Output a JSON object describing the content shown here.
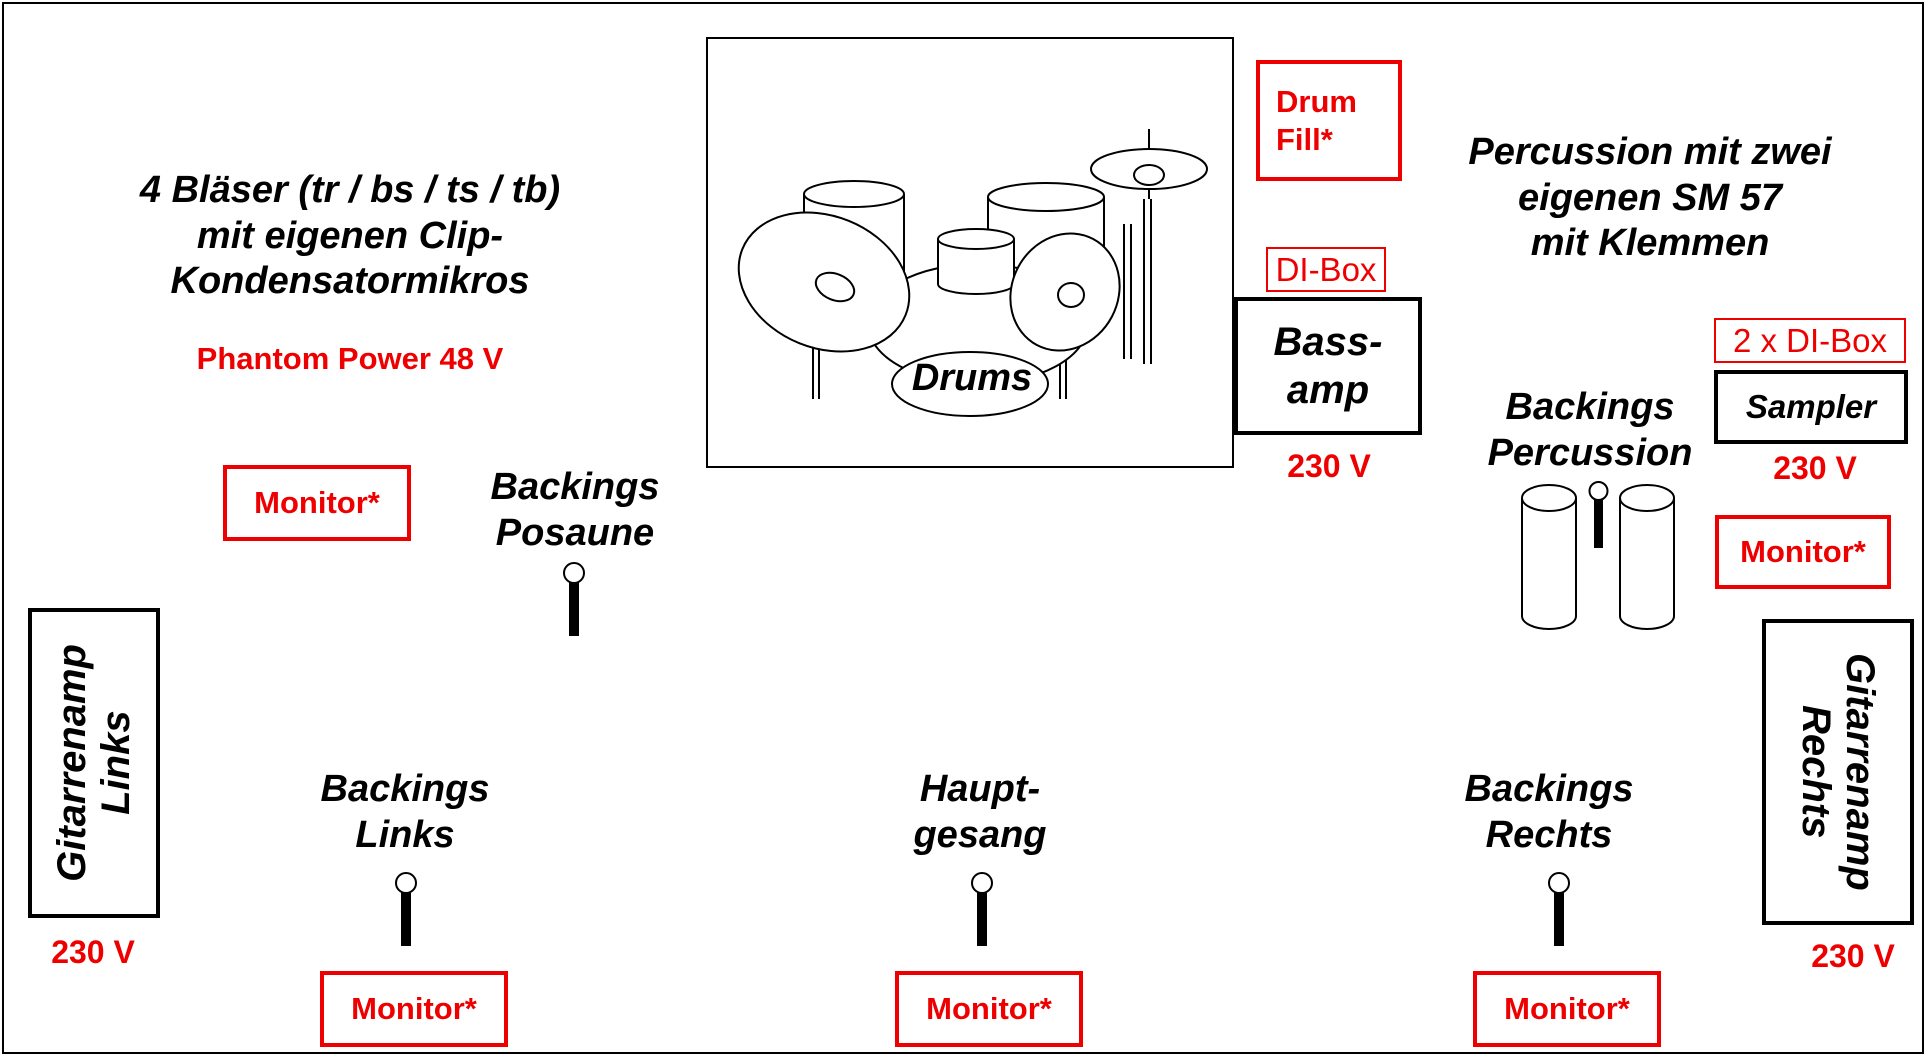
{
  "winds_text": [
    "4 Bläser (tr / bs / ts / tb)",
    "mit eigenen Clip-",
    "Kondensatormikros"
  ],
  "phantom_power": "Phantom Power 48 V",
  "percussion_text": [
    "Percussion mit zwei",
    "eigenen SM 57",
    "mit Klemmen"
  ],
  "drum_fill": [
    "Drum",
    "Fill*"
  ],
  "drums_label": "Drums",
  "di_box_bass": "DI-Box",
  "bassamp": [
    "Bass-",
    "amp"
  ],
  "di_box_sampler": "2 x DI-Box",
  "sampler": "Sampler",
  "voltage": "230 V",
  "monitor": "Monitor*",
  "backings_posaune": [
    "Backings",
    "Posaune"
  ],
  "backings_percussion": [
    "Backings",
    "Percussion"
  ],
  "backings_links": [
    "Backings",
    "Links"
  ],
  "hauptgesang": [
    "Haupt-",
    "gesang"
  ],
  "backings_rechts": [
    "Backings",
    "Rechts"
  ],
  "gitarrenamp_links": [
    "Gitarrenamp",
    "Links"
  ],
  "gitarrenamp_rechts": [
    "Gitarrenamp",
    "Rechts"
  ],
  "colors": {
    "accent": "#ee0000",
    "ink": "#000000"
  }
}
